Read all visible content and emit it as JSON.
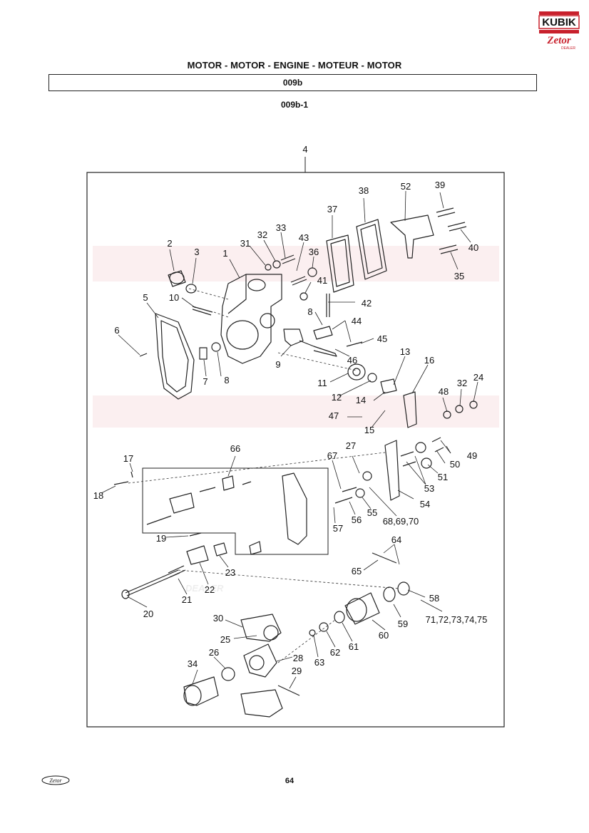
{
  "brand": {
    "logo_top_text": "KUBIK",
    "logo_bottom_text": "Zetor",
    "logo_sub_text": "DEALER",
    "logo_color": "#c8202c"
  },
  "header": {
    "title": "MOTOR - MOTOR - ENGINE - MOTEUR - MOTOR",
    "section": "009b",
    "subsection": "009b-1"
  },
  "diagram": {
    "callouts": {
      "c4": "4",
      "c1": "1",
      "c2": "2",
      "c3": "3",
      "c5": "5",
      "c6": "6",
      "c7": "7",
      "c8a": "8",
      "c8b": "8",
      "c9": "9",
      "c10": "10",
      "c11": "11",
      "c12": "12",
      "c13": "13",
      "c14": "14",
      "c15": "15",
      "c16": "16",
      "c17": "17",
      "c18": "18",
      "c19": "19",
      "c20": "20",
      "c21": "21",
      "c22": "22",
      "c23": "23",
      "c24": "24",
      "c25": "25",
      "c26": "26",
      "c27": "27",
      "c28": "28",
      "c29": "29",
      "c30": "30",
      "c31": "31",
      "c32a": "32",
      "c32b": "32",
      "c33": "33",
      "c34": "34",
      "c35": "35",
      "c36": "36",
      "c37": "37",
      "c38": "38",
      "c39": "39",
      "c40": "40",
      "c41": "41",
      "c42": "42",
      "c43": "43",
      "c44": "44",
      "c45": "45",
      "c46": "46",
      "c47": "47",
      "c48": "48",
      "c49": "49",
      "c50": "50",
      "c51": "51",
      "c52": "52",
      "c53": "53",
      "c54": "54",
      "c55": "55",
      "c56": "56",
      "c57": "57",
      "c58": "58",
      "c59": "59",
      "c60": "60",
      "c61": "61",
      "c62": "62",
      "c63": "63",
      "c64": "64",
      "c65": "65",
      "c66": "66",
      "c67": "67",
      "c68": "68,69,70",
      "c71": "71,72,73,74,75"
    }
  },
  "footer": {
    "logo_text": "Zetor",
    "page_number": "64"
  }
}
